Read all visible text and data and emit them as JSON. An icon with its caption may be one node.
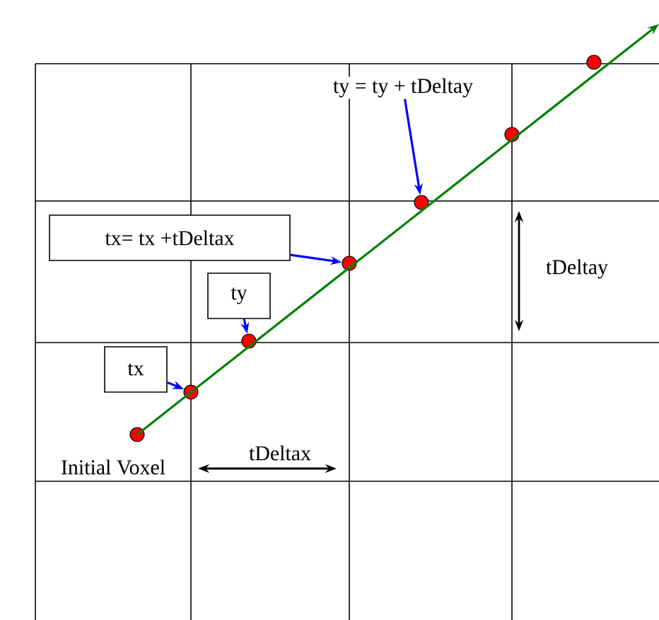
{
  "diagram": {
    "nodes": [
      {
        "text": [
          "ty = ty + tDeltay"
        ]
      },
      {
        "text": [
          "tx= tx +tDeltax"
        ]
      },
      {
        "text": [
          "ty"
        ]
      },
      {
        "text": [
          "tx"
        ]
      },
      {
        "text": [],
        "shape": "circle"
      },
      {
        "text": [],
        "shape": "circle"
      },
      {
        "text": [],
        "shape": "circle"
      },
      {
        "text": [],
        "shape": "circle"
      },
      {
        "text": [],
        "shape": "circle"
      },
      {
        "text": [],
        "shape": "circle"
      },
      {
        "text": [],
        "shape": "circle"
      }
    ],
    "edges": [
      {
        "from": 0,
        "to": 8,
        "arrow": "to"
      },
      {
        "from": 1,
        "to": 7,
        "arrow": "to"
      },
      {
        "from": 2,
        "to": 6,
        "arrow": "to"
      },
      {
        "from": 3,
        "to": 5,
        "arrow": "to"
      },
      {
        "from": 4,
        "to": null,
        "arrow": "to",
        "color": "#008000"
      }
    ],
    "labels": [
      "tDeltay",
      "Initial Voxel",
      "tDeltax"
    ]
  }
}
